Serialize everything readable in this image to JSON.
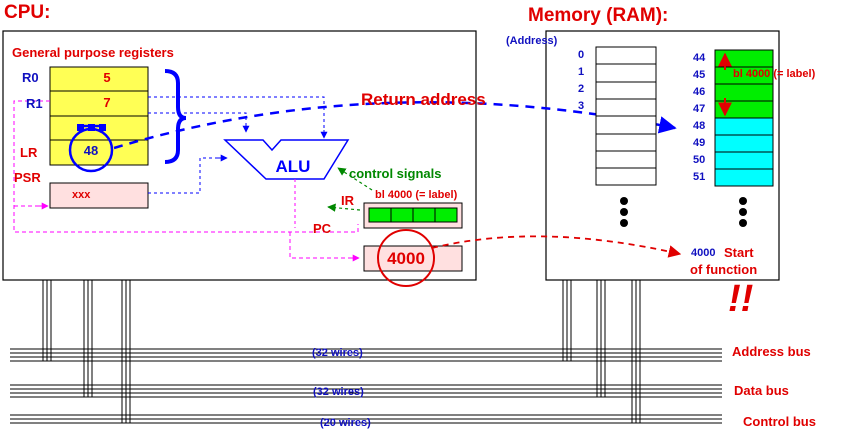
{
  "cpu": {
    "title": "CPU:",
    "registers_title": "General purpose registers",
    "registers": [
      {
        "name": "R0",
        "value": "5"
      },
      {
        "name": "R1",
        "value": "7"
      },
      {
        "name": "",
        "value": ""
      },
      {
        "name": "LR",
        "value": "48"
      }
    ],
    "psr_label": "PSR",
    "psr_value": "xxx",
    "alu_label": "ALU",
    "control_signals_label": "control signals",
    "ir_label": "IR",
    "ir_instruction": "bl  4000 (= label)",
    "pc_label": "PC",
    "pc_value": "4000"
  },
  "memory": {
    "title": "Memory (RAM):",
    "address_header": "(Address)",
    "left_addresses": [
      "0",
      "1",
      "2",
      "3"
    ],
    "right_addresses": [
      "44",
      "45",
      "46",
      "47",
      "48",
      "49",
      "50",
      "51"
    ],
    "instruction_label": "bl  4000 (= label)",
    "function_address": "4000",
    "function_label_line1": "Start",
    "function_label_line2": "of function"
  },
  "annotations": {
    "return_address": "Return address",
    "exclamation": "!!"
  },
  "buses": [
    {
      "name": "Address bus",
      "wires": "(32 wires)"
    },
    {
      "name": "Data bus",
      "wires": "(32 wires)"
    },
    {
      "name": "Control bus",
      "wires": "(20 wires)"
    }
  ],
  "colors": {
    "register_fill": "#ffff55",
    "green_cell": "#00ee00",
    "cyan_cell": "#00ffff",
    "light_box": "#ffe0e0",
    "red": "#e00000",
    "blue": "#0000ff",
    "green_text": "#008800",
    "magenta": "#ff00ff"
  }
}
